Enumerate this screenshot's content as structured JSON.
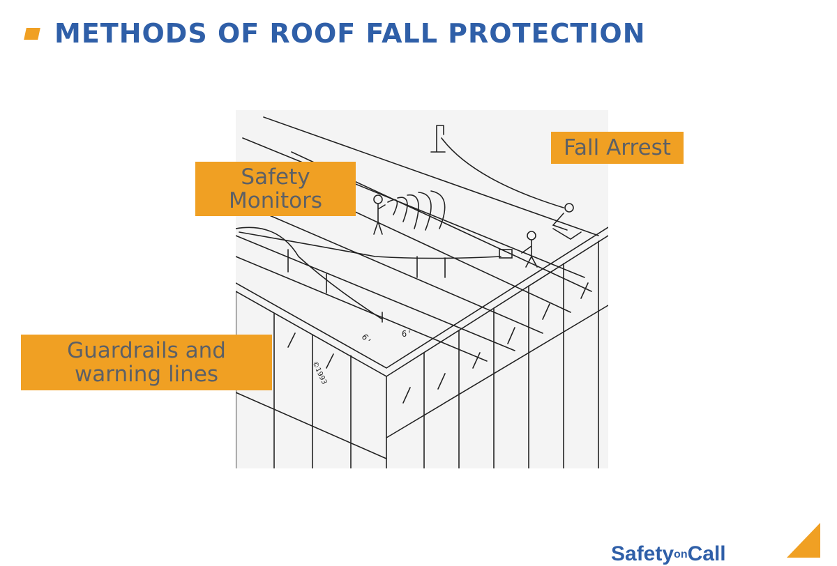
{
  "slide": {
    "title": "METHODS OF ROOF FALL PROTECTION"
  },
  "labels": {
    "fall_arrest": "Fall Arrest",
    "safety_monitors_line1": "Safety",
    "safety_monitors_line2": "Monitors",
    "guardrails_line1": "Guardrails and",
    "guardrails_line2": "warning lines"
  },
  "illustration": {
    "dimension_left": "6'",
    "dimension_right": "6'",
    "copyright": "©1993"
  },
  "footer": {
    "logo_part1": "Safety",
    "logo_part2": "on",
    "logo_part3": "Call"
  },
  "colors": {
    "accent": "#f0a023",
    "title": "#2f5fa8",
    "label_text": "#5c6066"
  }
}
